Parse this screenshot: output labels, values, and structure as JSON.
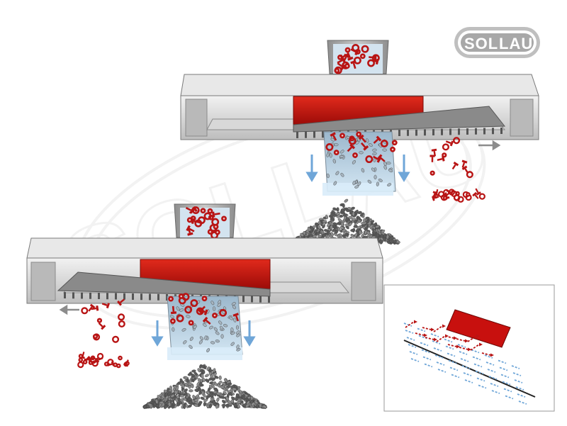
{
  "brand": {
    "logo_text_left": "SOL",
    "logo_text_right": "LAU",
    "watermark_text": "SOLLAU"
  },
  "colors": {
    "housing_light": "#e6e6e6",
    "housing_mid": "#c8c8c8",
    "housing_dark": "#8a8a8a",
    "magnet_red": "#c8100e",
    "magnet_dark": "#8e0a08",
    "metal_parts_red": "#b81414",
    "chute_blue": "#a9c6dc",
    "flow_arrow_blue": "#6fa6d8",
    "ejection_arrow_gray": "#8c8c8c",
    "pellet_gray": "#6c6c6c",
    "inset_border": "#9a9a9a"
  },
  "separators": [
    {
      "name": "separator-right",
      "ejection_direction": "right"
    },
    {
      "name": "separator-left",
      "ejection_direction": "left"
    }
  ],
  "inset": {
    "subject": "magnetic-field-flow-detail"
  }
}
